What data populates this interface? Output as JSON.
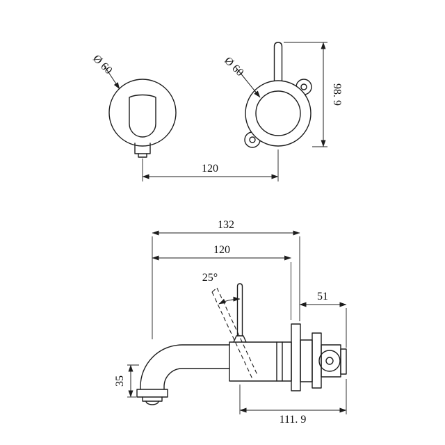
{
  "page": {
    "background": "#ffffff",
    "line_color": "#1c1c1c"
  },
  "front_view": {
    "spout_dia": "Ø 60",
    "mixer_dia": "Ø 60",
    "overall_height": "98. 9",
    "center_distance": "120"
  },
  "side_view": {
    "overall_projection": "132",
    "spout_projection": "120",
    "handle_angle": "25°",
    "trim_depth": "51",
    "spout_drop": "35",
    "rough_in_depth": "111. 9"
  }
}
